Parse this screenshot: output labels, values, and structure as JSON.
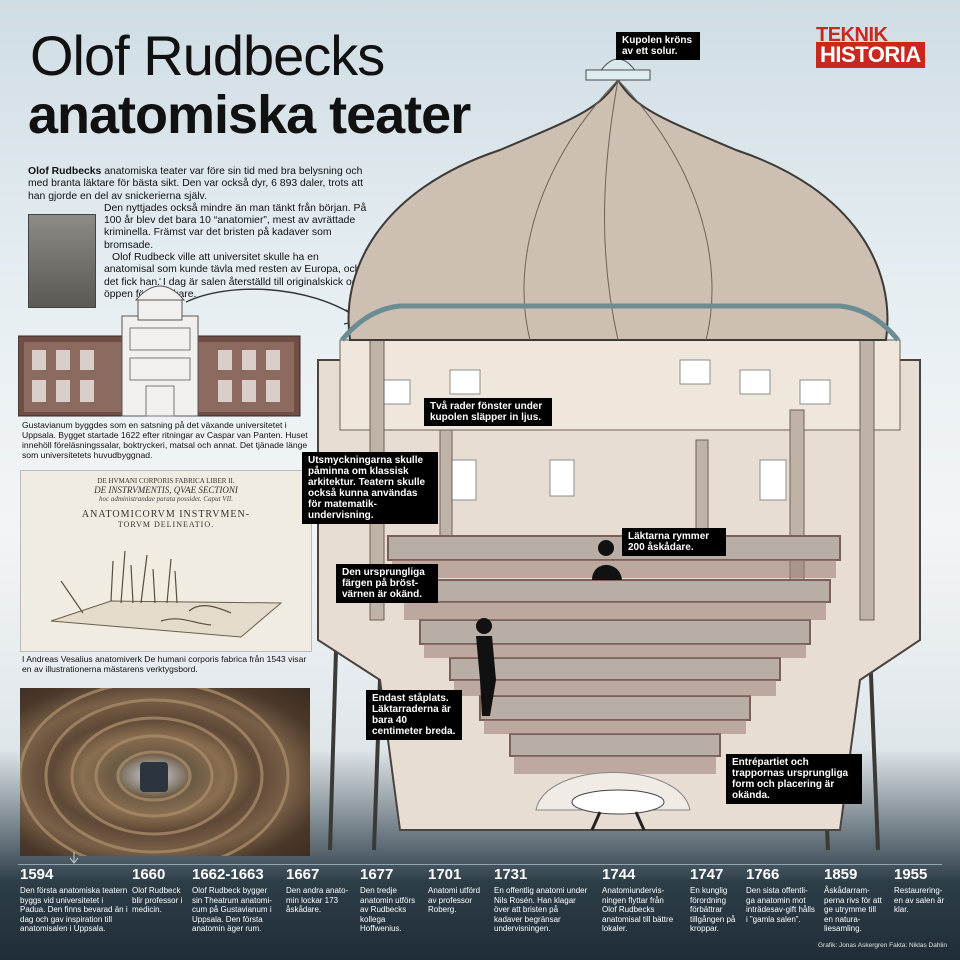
{
  "header": {
    "title_line1": "Olof Rudbecks",
    "title_line2": "anatomiska teater",
    "logo_top": "TEKNIK",
    "logo_bottom": "HISTORIA"
  },
  "intro": {
    "lead_bold": "Olof Rudbecks",
    "lead_text": " anatomiska teater var före sin tid med bra belysning och med branta läktare för bästa sikt. Den var också dyr, 6 893 daler, trots att han gjorde en del av snickerierna själv.",
    "p2": "Den nyttjades också mindre än man tänkt från början. På 100 år blev det bara 10 “anatomier”, mest av avrättade kriminella. Främst var det bristen på kadaver som bromsade.",
    "p3": "Olof Rudbeck ville att universitet skulle ha en anatomisal som kunde tävla med resten av Europa, och det fick han. I dag är salen återställd till originalskick och öppen för besökare."
  },
  "captions": {
    "gustavianum": "Gustavianum byggdes som en satsning på det växande universitetet i Uppsala. Bygget startade 1622 efter ritningar av Caspar van Panten. Huset innehöll föreläsningssalar, boktryckeri, matsal och annat. Det tjänade länge som universitetets huvudbyggnad.",
    "vesalius": "I Andreas Vesalius anatomiverk De humani corporis fabrica från 1543 visar en av illustrationerna mästarens verktygsbord.",
    "book_line1": "DE HVMANI CORPORIS FABRICA LIBER II.",
    "book_line2": "DE INSTRVMENTIS, QVAE SECTIONI",
    "book_line3": "hoc administrandae parata possidet. Caput VII.",
    "book_line4": "ANATOMICORVM INSTRVMEN-",
    "book_line5": "TORVM DELINEATIO."
  },
  "labels": {
    "dome": "Kupolen kröns av ett solur.",
    "windows": "Två rader fönster under kupolen släpper in ljus.",
    "decor": "Utsmyckningarna skulle påminna om klassisk arkitektur. Teatern skulle också kunna användas för matematik-undervisning.",
    "color": "Den ursprungliga färgen på bröst-värnen är okänd.",
    "capacity": "Läktarna rymmer 200 åskådare.",
    "standing": "Endast ståplats. Läktarraderna är bara 40 centimeter breda.",
    "entrance": "Entrépartiet och trappornas ursprungliga form och placering är okända."
  },
  "timeline": [
    {
      "year": "1594",
      "text": "Den första anatomiska teatern byggs vid universitetet i Padua. Den finns bevarad än i dag och gav inspiration till anatomisalen i Uppsala."
    },
    {
      "year": "1660",
      "text": "Olof Rudbeck blir professor i medicin."
    },
    {
      "year": "1662-1663",
      "text": "Olof Rudbeck bygger sin Theatrum anatomi-cum på Gustavianum i Uppsala. Den första anatomin äger rum."
    },
    {
      "year": "1667",
      "text": "Den andra anato-min lockar 173 åskådare."
    },
    {
      "year": "1677",
      "text": "Den tredje anatomin utförs av Rudbecks kollega Hoffwenius."
    },
    {
      "year": "1701",
      "text": "Anatomi utförd av professor Roberg."
    },
    {
      "year": "1731",
      "text": "En offentlig anatomi under Nils Rosén. Han klagar över att bristen på kadaver begränsar undervisningen."
    },
    {
      "year": "1744",
      "text": "Anatomiundervis-ningen flyttar från Olof Rudbecks anatomisal till bättre lokaler."
    },
    {
      "year": "1747",
      "text": "En kunglig förordning förbättrar tillgången på kroppar."
    },
    {
      "year": "1766",
      "text": "Den sista offentli-ga anatomin mot inträdesav-gift hålls i ”gamla salen”."
    },
    {
      "year": "1859",
      "text": "Åskådarram-perna rivs för att ge utrymme till en natura-liesamling."
    },
    {
      "year": "1955",
      "text": "Restaurering-en av salen är klar."
    }
  ],
  "credit": "Grafik: Jonas Askergren  Fakta: Niklas Dahlin"
}
